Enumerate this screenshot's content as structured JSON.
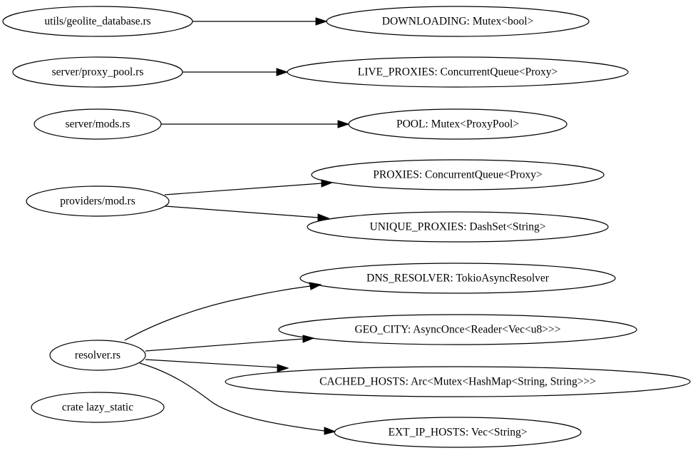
{
  "nodes": [
    {
      "id": "n_geolite",
      "label": "utils/geolite_database.rs"
    },
    {
      "id": "n_downloading",
      "label": "DOWNLOADING: Mutex<bool>"
    },
    {
      "id": "n_proxy_pool",
      "label": "server/proxy_pool.rs"
    },
    {
      "id": "n_live_proxies",
      "label": "LIVE_PROXIES: ConcurrentQueue<Proxy>"
    },
    {
      "id": "n_server_mods",
      "label": "server/mods.rs"
    },
    {
      "id": "n_pool",
      "label": "POOL: Mutex<ProxyPool>"
    },
    {
      "id": "n_providers",
      "label": "providers/mod.rs"
    },
    {
      "id": "n_proxies",
      "label": "PROXIES: ConcurrentQueue<Proxy>"
    },
    {
      "id": "n_unique",
      "label": "UNIQUE_PROXIES: DashSet<String>"
    },
    {
      "id": "n_resolver",
      "label": "resolver.rs"
    },
    {
      "id": "n_dns",
      "label": "DNS_RESOLVER: TokioAsyncResolver"
    },
    {
      "id": "n_geo_city",
      "label": "GEO_CITY: AsyncOnce<Reader<Vec<u8>>>"
    },
    {
      "id": "n_cached",
      "label": "CACHED_HOSTS: Arc<Mutex<HashMap<String, String>>>"
    },
    {
      "id": "n_ext_ip",
      "label": "EXT_IP_HOSTS: Vec<String>"
    },
    {
      "id": "n_lazy",
      "label": "crate lazy_static"
    }
  ],
  "edges": [
    {
      "from": "n_geolite",
      "to": "n_downloading"
    },
    {
      "from": "n_proxy_pool",
      "to": "n_live_proxies"
    },
    {
      "from": "n_server_mods",
      "to": "n_pool"
    },
    {
      "from": "n_providers",
      "to": "n_proxies"
    },
    {
      "from": "n_providers",
      "to": "n_unique"
    },
    {
      "from": "n_resolver",
      "to": "n_dns"
    },
    {
      "from": "n_resolver",
      "to": "n_geo_city"
    },
    {
      "from": "n_resolver",
      "to": "n_cached"
    },
    {
      "from": "n_resolver",
      "to": "n_ext_ip"
    }
  ]
}
